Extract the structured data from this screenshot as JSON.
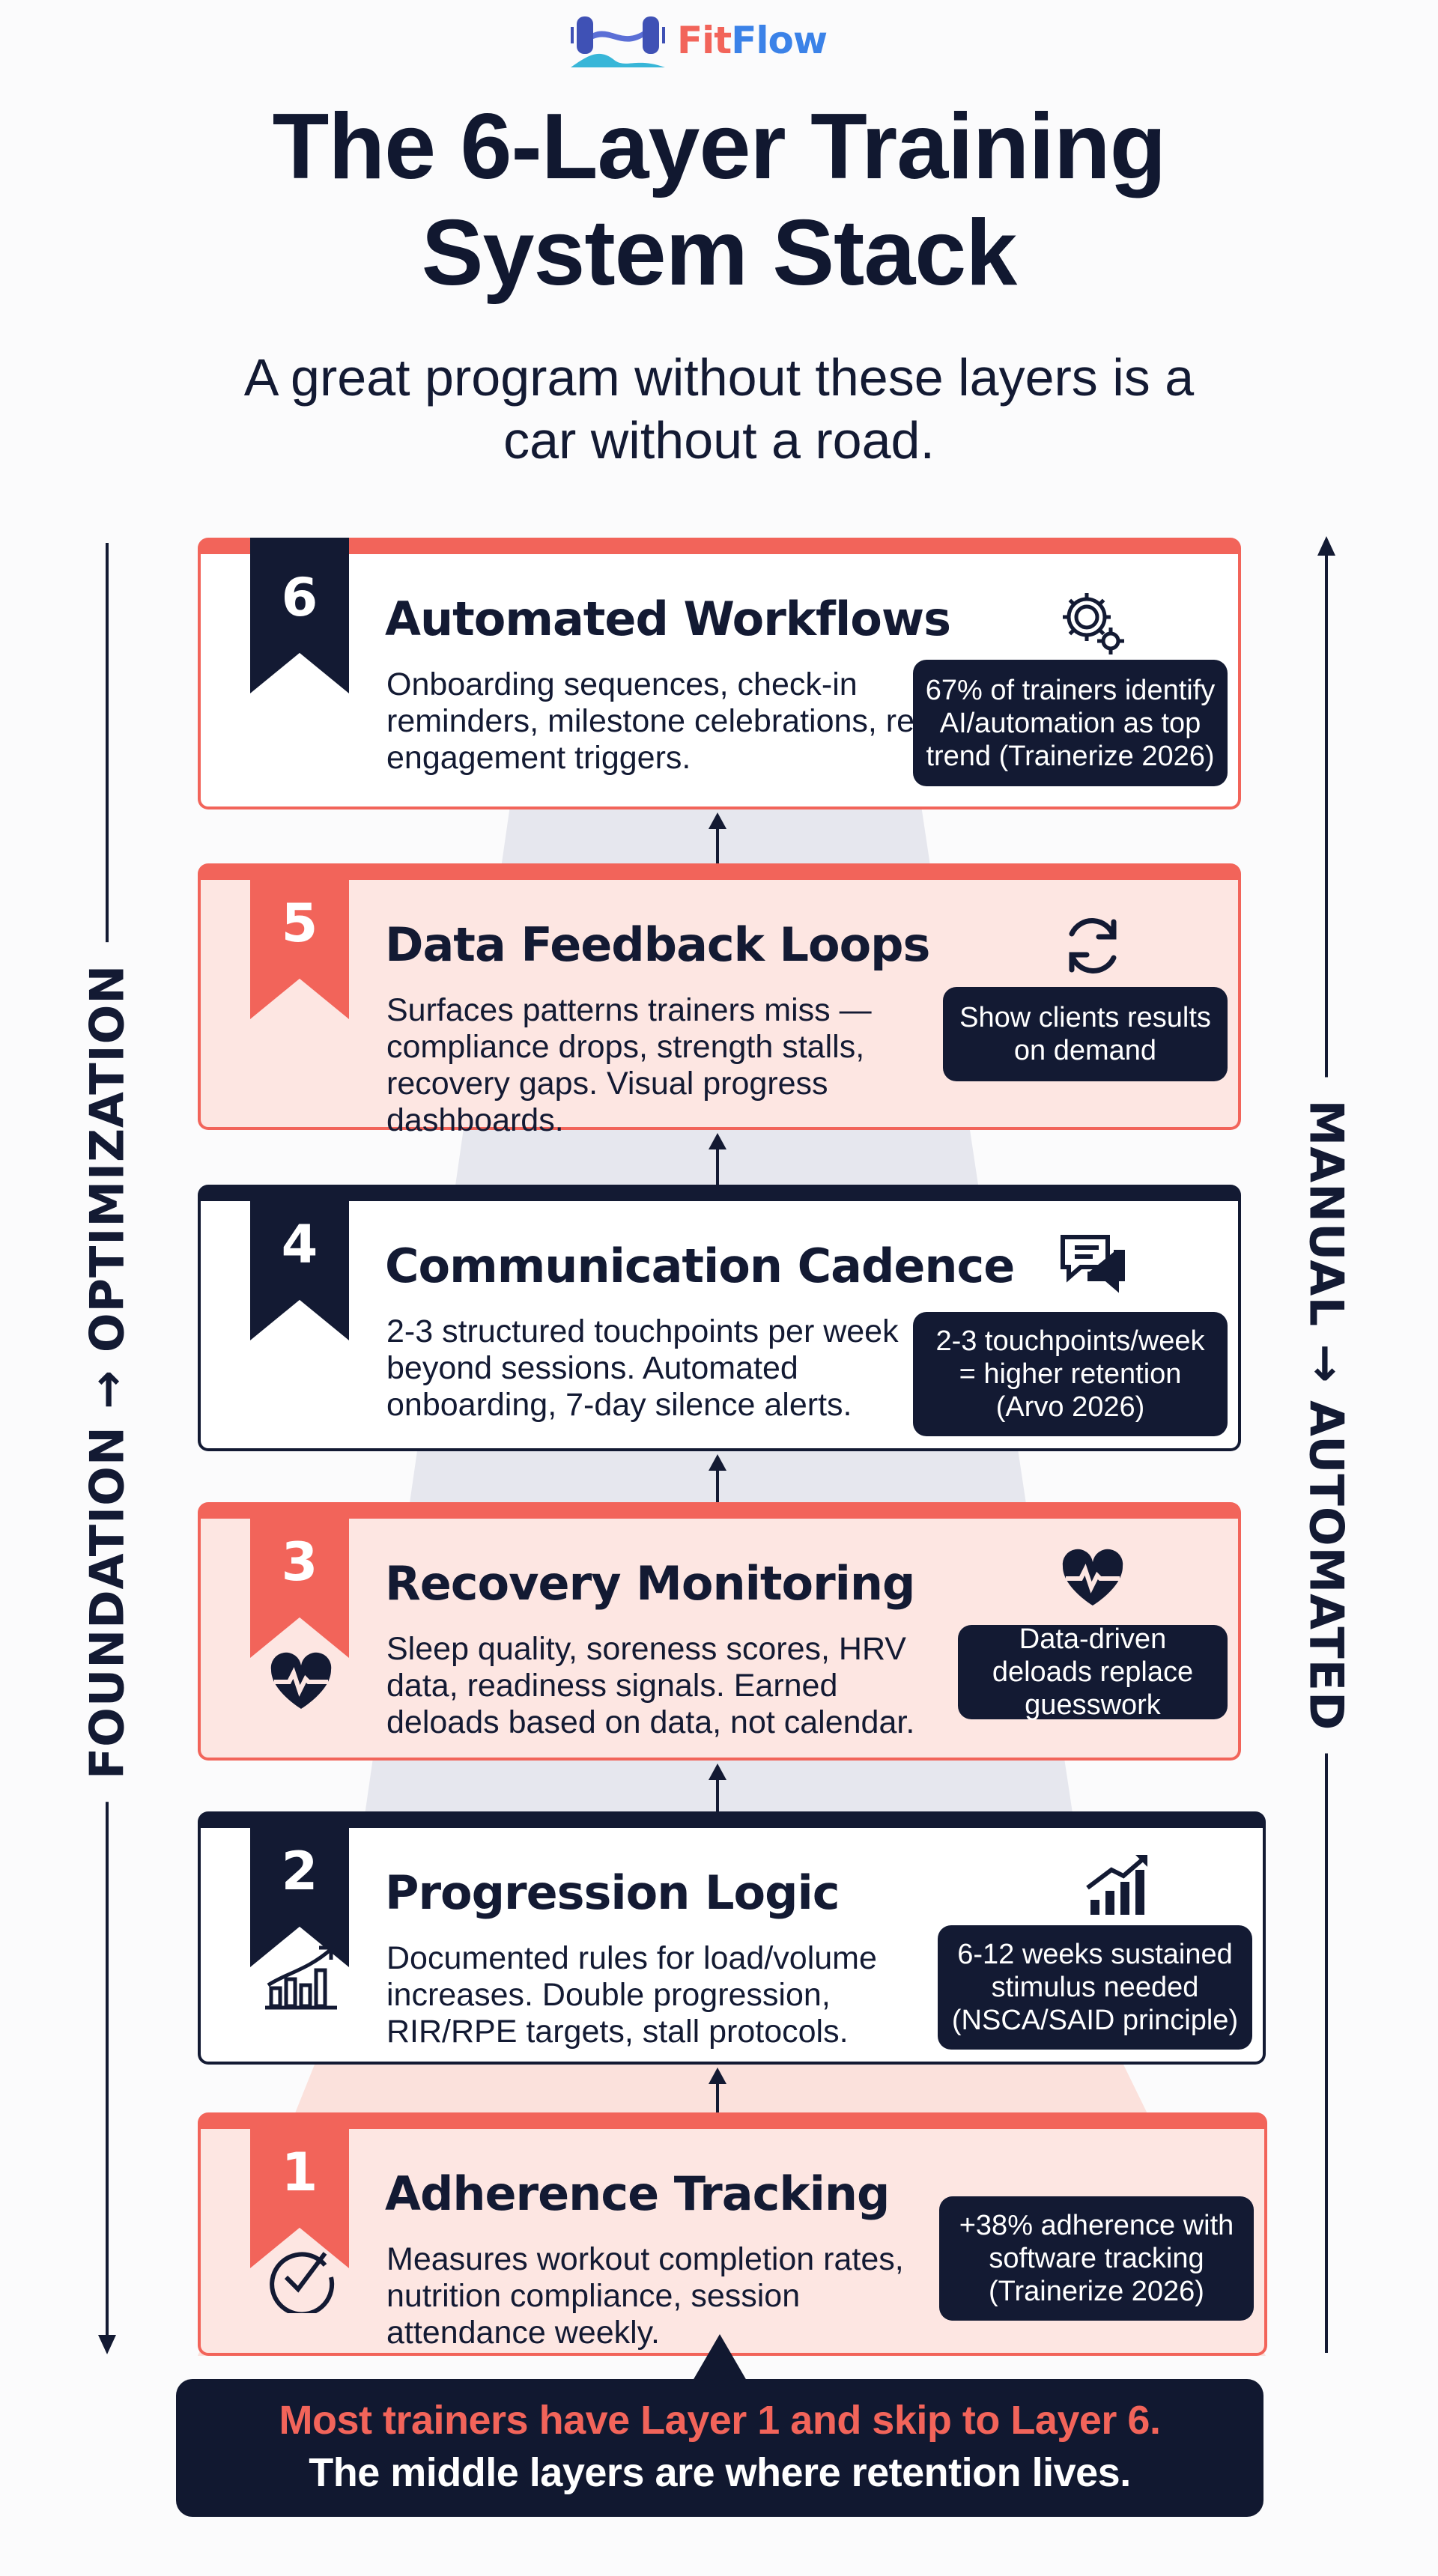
{
  "logo": {
    "brand_part1": "Fit",
    "brand_part2": "Flow"
  },
  "title": "The 6-Layer Training System Stack",
  "subtitle": "A great program without these layers is a car without a road.",
  "axes": {
    "left": "FOUNDATION → OPTIMIZATION",
    "right": "MANUAL → AUTOMATED"
  },
  "colors": {
    "coral": "#f2645a",
    "navy": "#131a33",
    "pink": "#fde6e2"
  },
  "layers": [
    {
      "number": "6",
      "title": "Automated Workflows",
      "body": "Onboarding sequences, check-in reminders, milestone celebrations, re-engagement triggers.",
      "stat": "67% of trainers identify AI/automation as top trend (Trainerize 2026)",
      "icon": "gear-icon"
    },
    {
      "number": "5",
      "title": "Data Feedback Loops",
      "body": "Surfaces patterns trainers miss — compliance drops, strength stalls, recovery gaps. Visual progress dashboards.",
      "stat": "Show clients results on demand",
      "icon": "refresh-icon"
    },
    {
      "number": "4",
      "title": "Communication Cadence",
      "body": "2-3 structured touchpoints per week beyond sessions. Automated onboarding, 7-day silence alerts.",
      "stat": "2-3 touchpoints/week = higher retention (Arvo 2026)",
      "icon": "chat-icon"
    },
    {
      "number": "3",
      "title": "Recovery Monitoring",
      "body": "Sleep quality, soreness scores, HRV data, readiness signals. Earned deloads based on data, not calendar.",
      "stat": "Data-driven deloads replace guesswork",
      "icon": "heart-pulse-icon"
    },
    {
      "number": "2",
      "title": "Progression Logic",
      "body": "Documented rules for load/volume increases. Double progression, RIR/RPE targets, stall protocols.",
      "stat": "6-12 weeks sustained stimulus needed (NSCA/SAID principle)",
      "icon": "bar-chart-icon"
    },
    {
      "number": "1",
      "title": "Adherence Tracking",
      "body": "Measures workout completion rates, nutrition compliance, session attendance weekly.",
      "stat": "+38% adherence with software tracking (Trainerize 2026)",
      "icon": "check-circle-icon"
    }
  ],
  "banner": {
    "line1": "Most trainers have Layer 1 and skip to Layer 6.",
    "line2": "The middle layers are where retention lives."
  }
}
